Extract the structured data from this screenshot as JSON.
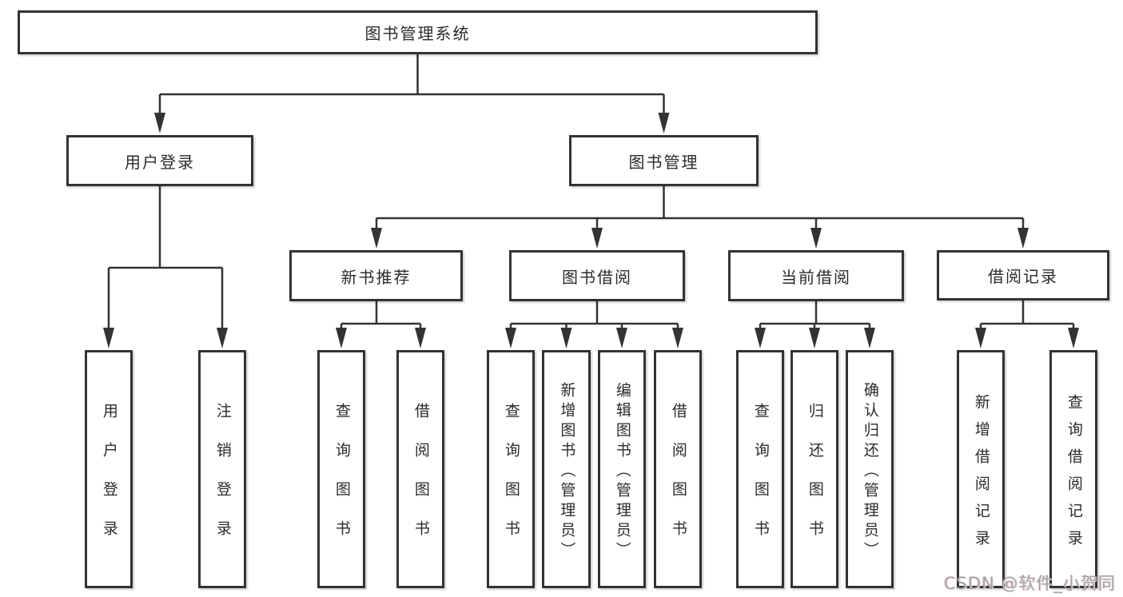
{
  "colors": {
    "background": "#ffffff",
    "line": "#333333",
    "box_border": "#333333",
    "box_fill": "#ffffff",
    "text": "#2b2b2b",
    "watermark_text": "#a3a3a7"
  },
  "tree": {
    "label": "图书管理系统",
    "children": [
      {
        "label": "用户登录",
        "children": [
          {
            "label": "用户登录"
          },
          {
            "label": "注销登录"
          }
        ]
      },
      {
        "label": "图书管理",
        "children": [
          {
            "label": "新书推荐",
            "children": [
              {
                "label": "查询图书"
              },
              {
                "label": "借阅图书"
              }
            ]
          },
          {
            "label": "图书借阅",
            "children": [
              {
                "label": "查询图书"
              },
              {
                "label": "新增图书（管理员）"
              },
              {
                "label": "编辑图书（管理员）"
              },
              {
                "label": "借阅图书"
              }
            ]
          },
          {
            "label": "当前借阅",
            "children": [
              {
                "label": "查询图书"
              },
              {
                "label": "归还图书"
              },
              {
                "label": "确认归还（管理员）"
              }
            ]
          },
          {
            "label": "借阅记录",
            "children": [
              {
                "label": "新增借阅记录"
              },
              {
                "label": "查询借阅记录"
              }
            ]
          }
        ]
      }
    ]
  },
  "watermark": {
    "text": "CSDN @软件_小贺同学"
  }
}
